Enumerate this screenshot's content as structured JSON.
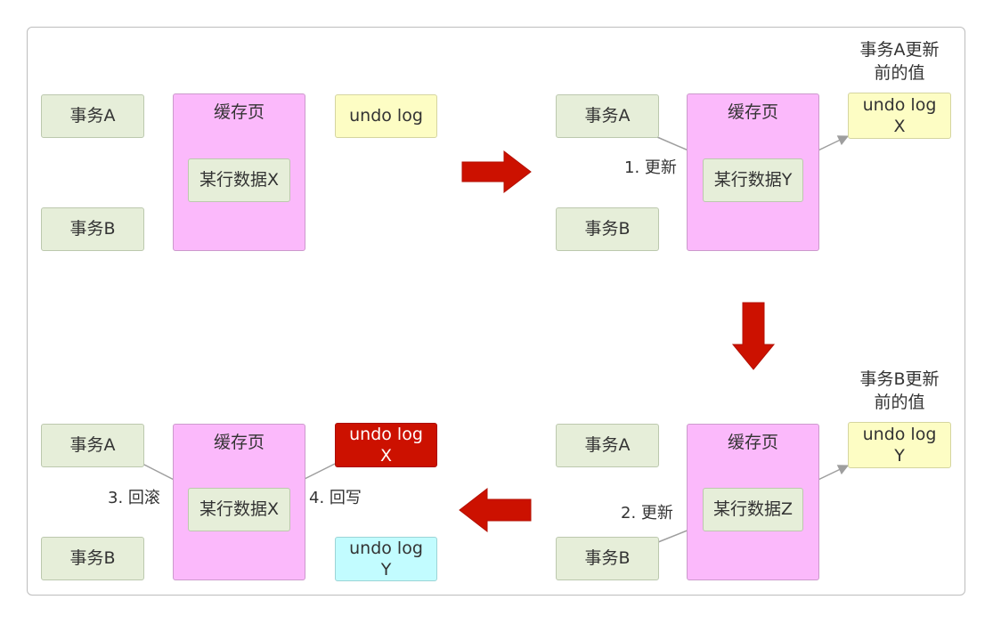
{
  "labels": {
    "tx_a": "事务A",
    "tx_b": "事务B",
    "cache_page": "缓存页",
    "undo_log": "undo log",
    "row_x": "某行数据X",
    "row_y": "某行数据Y",
    "row_z": "某行数据Z",
    "val_x": "X",
    "val_y": "Y"
  },
  "steps": {
    "step1": "1. 更新",
    "step2": "2. 更新",
    "step3": "3. 回滚",
    "step4": "4. 回写"
  },
  "notes": {
    "tx_a_note_line1": "事务A更新",
    "tx_a_note_line2": "前的值",
    "tx_b_note_line1": "事务B更新",
    "tx_b_note_line2": "前的值"
  },
  "colors": {
    "transaction": "#e6eed9",
    "cache_page": "#fbb9fb",
    "undo_log": "#fdfdc4",
    "undo_log_active": "#cc1100",
    "undo_log_cyan": "#c2fcff",
    "flow_arrow": "#cc1100",
    "connector": "#9e9e9e"
  }
}
